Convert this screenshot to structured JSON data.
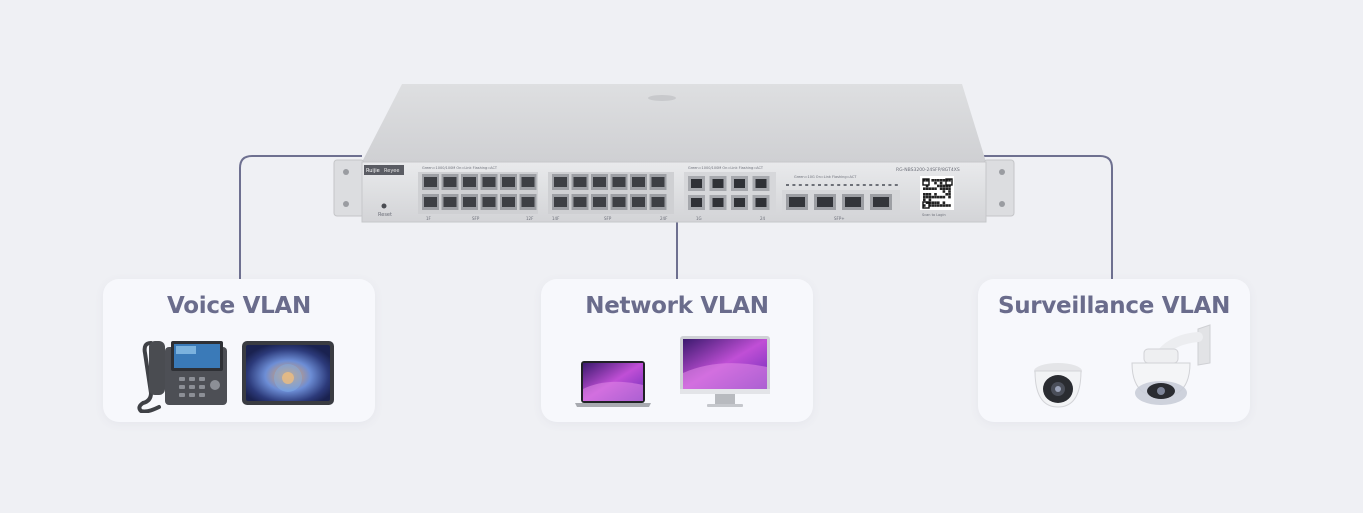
{
  "switch": {
    "brand": "Ruijie",
    "sub_brand": "Reyee",
    "model": "RG-NBS3200-24SFP/8GT4XS",
    "reset_label": "Reset",
    "qr_caption": "Scan to Login",
    "port_labels_sfp": [
      "1F",
      "SFP",
      "12F",
      "14F",
      "SFP",
      "24F"
    ],
    "port_labels_rj45": [
      "1G",
      "24"
    ],
    "sfp_plus_label": "SFP+",
    "status_left": "Green=1000/100M  On=Link  Flashing=ACT",
    "status_mid": "Green=1000/100M  On=Link  Flashing=ACT",
    "status_right": "Green=10G  On=Link  Flashing=ACT"
  },
  "groups": [
    {
      "title": "Voice VLAN",
      "devices": [
        "ip-phone-icon",
        "tablet-icon"
      ]
    },
    {
      "title": "Network VLAN",
      "devices": [
        "laptop-icon",
        "desktop-monitor-icon"
      ]
    },
    {
      "title": "Surveillance VLAN",
      "devices": [
        "dome-camera-icon",
        "ptz-camera-icon"
      ]
    }
  ],
  "colors": {
    "background": "#eff0f4",
    "card": "#f7f8fc",
    "connector": "#6e7090",
    "title": "#6a6c8c"
  }
}
